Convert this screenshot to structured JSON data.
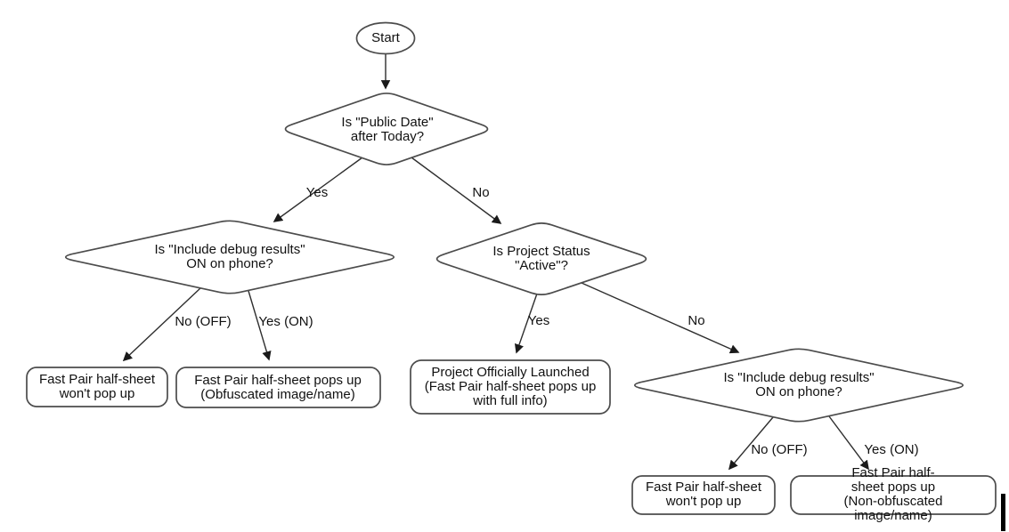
{
  "flowchart": {
    "colors": {
      "background": "#ffffff",
      "shape_stroke": "#4c4c4c",
      "edge_stroke": "#2e2e2e",
      "text": "#111111",
      "cursor_bar": "#000000"
    },
    "nodes": {
      "start": {
        "type": "oval",
        "label": "Start"
      },
      "public_date": {
        "type": "decision",
        "label": "Is \"Public Date\"\nafter Today?"
      },
      "debug_left": {
        "type": "decision",
        "label": "Is \"Include debug results\"\nON on phone?"
      },
      "project_status": {
        "type": "decision",
        "label": "Is Project Status\n\"Active\"?"
      },
      "debug_right": {
        "type": "decision",
        "label": "Is \"Include debug results\"\nON on phone?"
      },
      "no_popup_left": {
        "type": "terminal",
        "label": "Fast Pair half-sheet\nwon't pop up"
      },
      "obfuscated_popup": {
        "type": "terminal",
        "label": "Fast Pair half-sheet pops up\n(Obfuscated image/name)"
      },
      "launched": {
        "type": "terminal",
        "label": "Project Officially Launched\n(Fast Pair half-sheet pops up\nwith full info)"
      },
      "no_popup_right": {
        "type": "terminal",
        "label": "Fast Pair half-sheet\nwon't pop up"
      },
      "non_obfuscated_popup": {
        "type": "terminal",
        "label": "Fast Pair half-sheet pops up\n(Non-obfuscated image/name)"
      }
    },
    "edges": {
      "start_to_public_date": {
        "from": "start",
        "to": "public_date",
        "label": ""
      },
      "public_date_yes": {
        "from": "public_date",
        "to": "debug_left",
        "label": "Yes"
      },
      "public_date_no": {
        "from": "public_date",
        "to": "project_status",
        "label": "No"
      },
      "debug_left_no": {
        "from": "debug_left",
        "to": "no_popup_left",
        "label": "No (OFF)"
      },
      "debug_left_yes": {
        "from": "debug_left",
        "to": "obfuscated_popup",
        "label": "Yes (ON)"
      },
      "project_status_yes": {
        "from": "project_status",
        "to": "launched",
        "label": "Yes"
      },
      "project_status_no": {
        "from": "project_status",
        "to": "debug_right",
        "label": "No"
      },
      "debug_right_no": {
        "from": "debug_right",
        "to": "no_popup_right",
        "label": "No (OFF)"
      },
      "debug_right_yes": {
        "from": "debug_right",
        "to": "non_obfuscated_popup",
        "label": "Yes (ON)"
      }
    }
  }
}
